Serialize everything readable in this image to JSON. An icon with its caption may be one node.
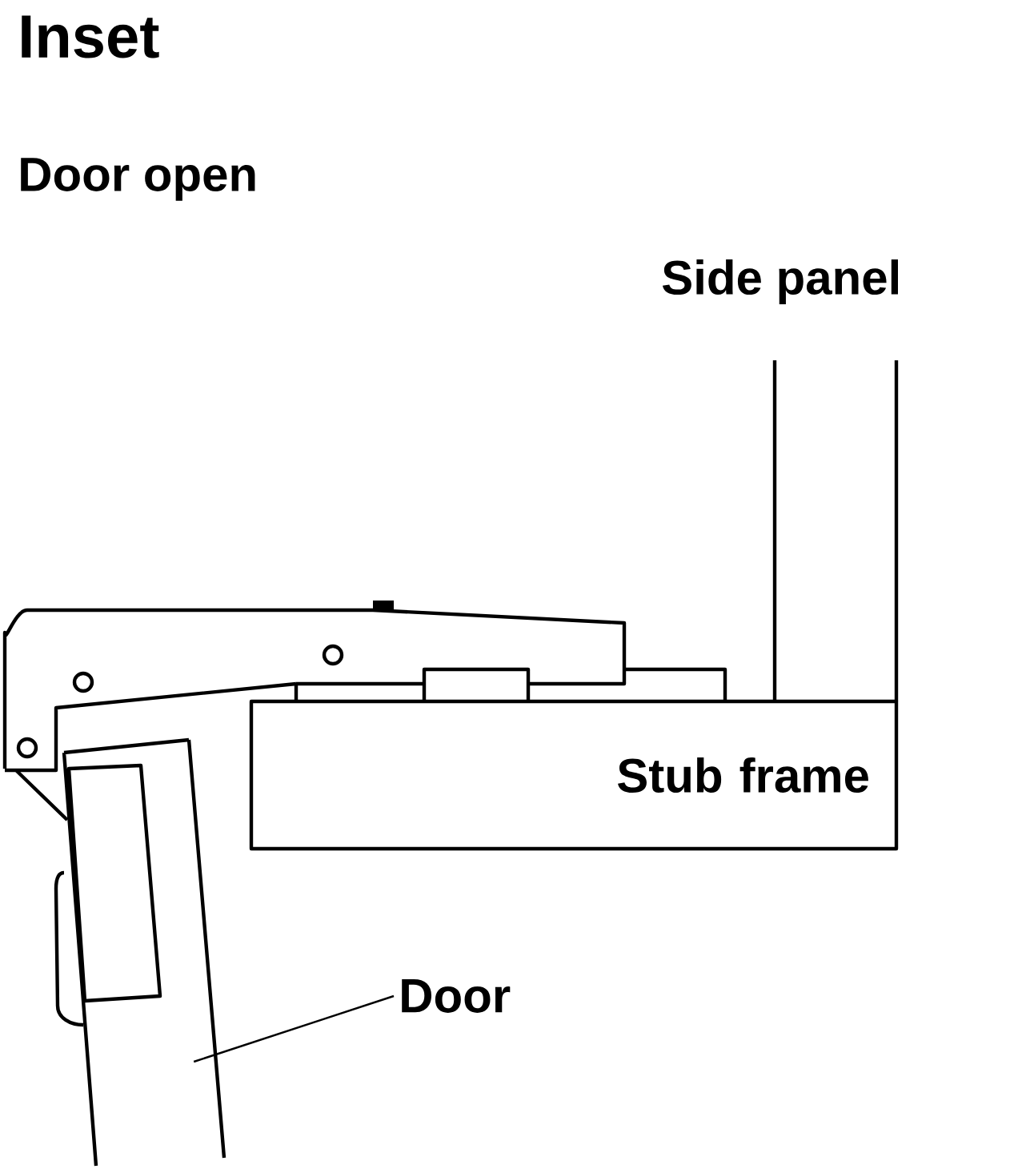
{
  "diagram": {
    "title": "Inset",
    "nodes": [
      {
        "text": [
          "Side panel"
        ]
      },
      {
        "text": [
          "Stub frame"
        ]
      },
      {
        "text": [
          "Door"
        ]
      },
      {
        "text": [],
        "shape": "box"
      }
    ],
    "edges": [
      {
        "from": 2,
        "to": 3,
        "arrow": "none"
      }
    ],
    "labels": [
      "Door open"
    ]
  }
}
